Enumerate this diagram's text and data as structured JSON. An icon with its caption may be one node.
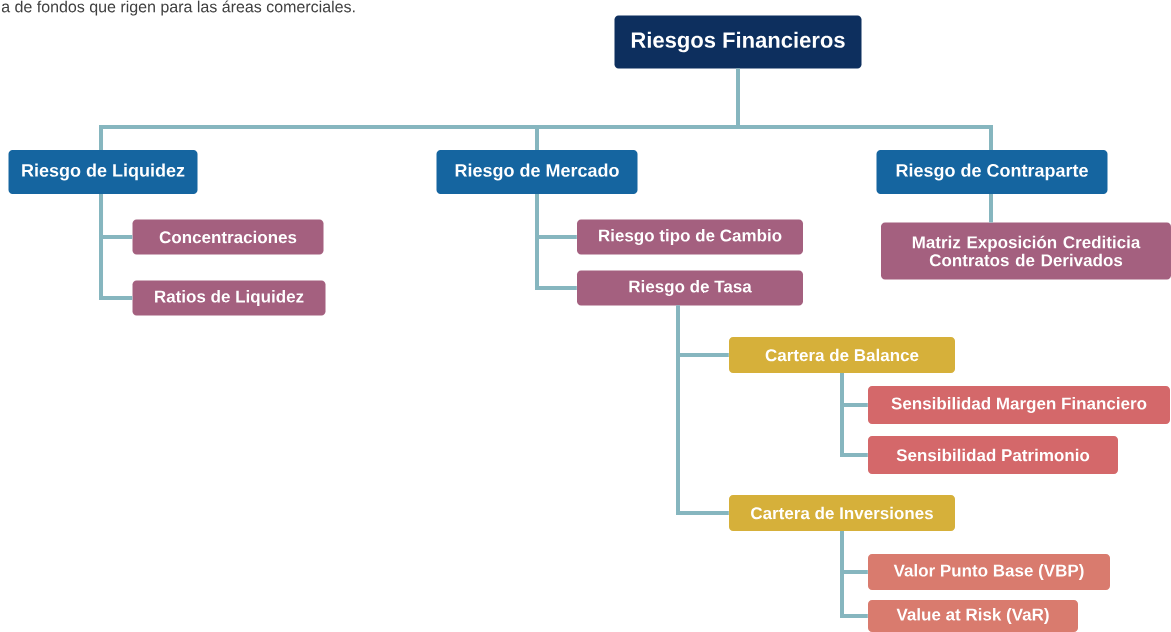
{
  "diagram": {
    "nodes": [
      {
        "text": [
          "Riesgos Financieros"
        ]
      },
      {
        "text": [
          "Riesgo de Liquidez"
        ]
      },
      {
        "text": [
          "Riesgo de Mercado"
        ]
      },
      {
        "text": [
          "Riesgo de Contraparte"
        ]
      },
      {
        "text": [
          "Concentraciones"
        ]
      },
      {
        "text": [
          "Ratios de Liquidez"
        ]
      },
      {
        "text": [
          "Riesgo tipo de Cambio"
        ]
      },
      {
        "text": [
          "Riesgo de Tasa"
        ]
      },
      {
        "text": [
          "Matriz Exposición Crediticia Contratos de Derivados"
        ]
      },
      {
        "text": [
          "Cartera de Balance"
        ]
      },
      {
        "text": [
          "Sensibilidad Margen Financiero"
        ]
      },
      {
        "text": [
          "Sensibilidad Patrimonio"
        ]
      },
      {
        "text": [
          "Cartera de Inversiones"
        ]
      },
      {
        "text": [
          "Valor Punto Base (VBP)"
        ]
      },
      {
        "text": [
          "Value at Risk (VaR)"
        ]
      }
    ],
    "edges": [
      {
        "from": 0,
        "to": 1,
        "arrow": "none"
      },
      {
        "from": 0,
        "to": 2,
        "arrow": "none"
      },
      {
        "from": 0,
        "to": 3,
        "arrow": "none"
      },
      {
        "from": 1,
        "to": 4,
        "arrow": "none"
      },
      {
        "from": 1,
        "to": 5,
        "arrow": "none"
      },
      {
        "from": 2,
        "to": 6,
        "arrow": "none"
      },
      {
        "from": 2,
        "to": 7,
        "arrow": "none"
      },
      {
        "from": 3,
        "to": 8,
        "arrow": "none"
      },
      {
        "from": 7,
        "to": 9,
        "arrow": "none"
      },
      {
        "from": 7,
        "to": 12,
        "arrow": "none"
      },
      {
        "from": 9,
        "to": 10,
        "arrow": "none"
      },
      {
        "from": 9,
        "to": 11,
        "arrow": "none"
      },
      {
        "from": 12,
        "to": 13,
        "arrow": "none"
      },
      {
        "from": 12,
        "to": 14,
        "arrow": "none"
      }
    ],
    "labels": [
      "a de fondos que rigen para las áreas comerciales."
    ]
  }
}
